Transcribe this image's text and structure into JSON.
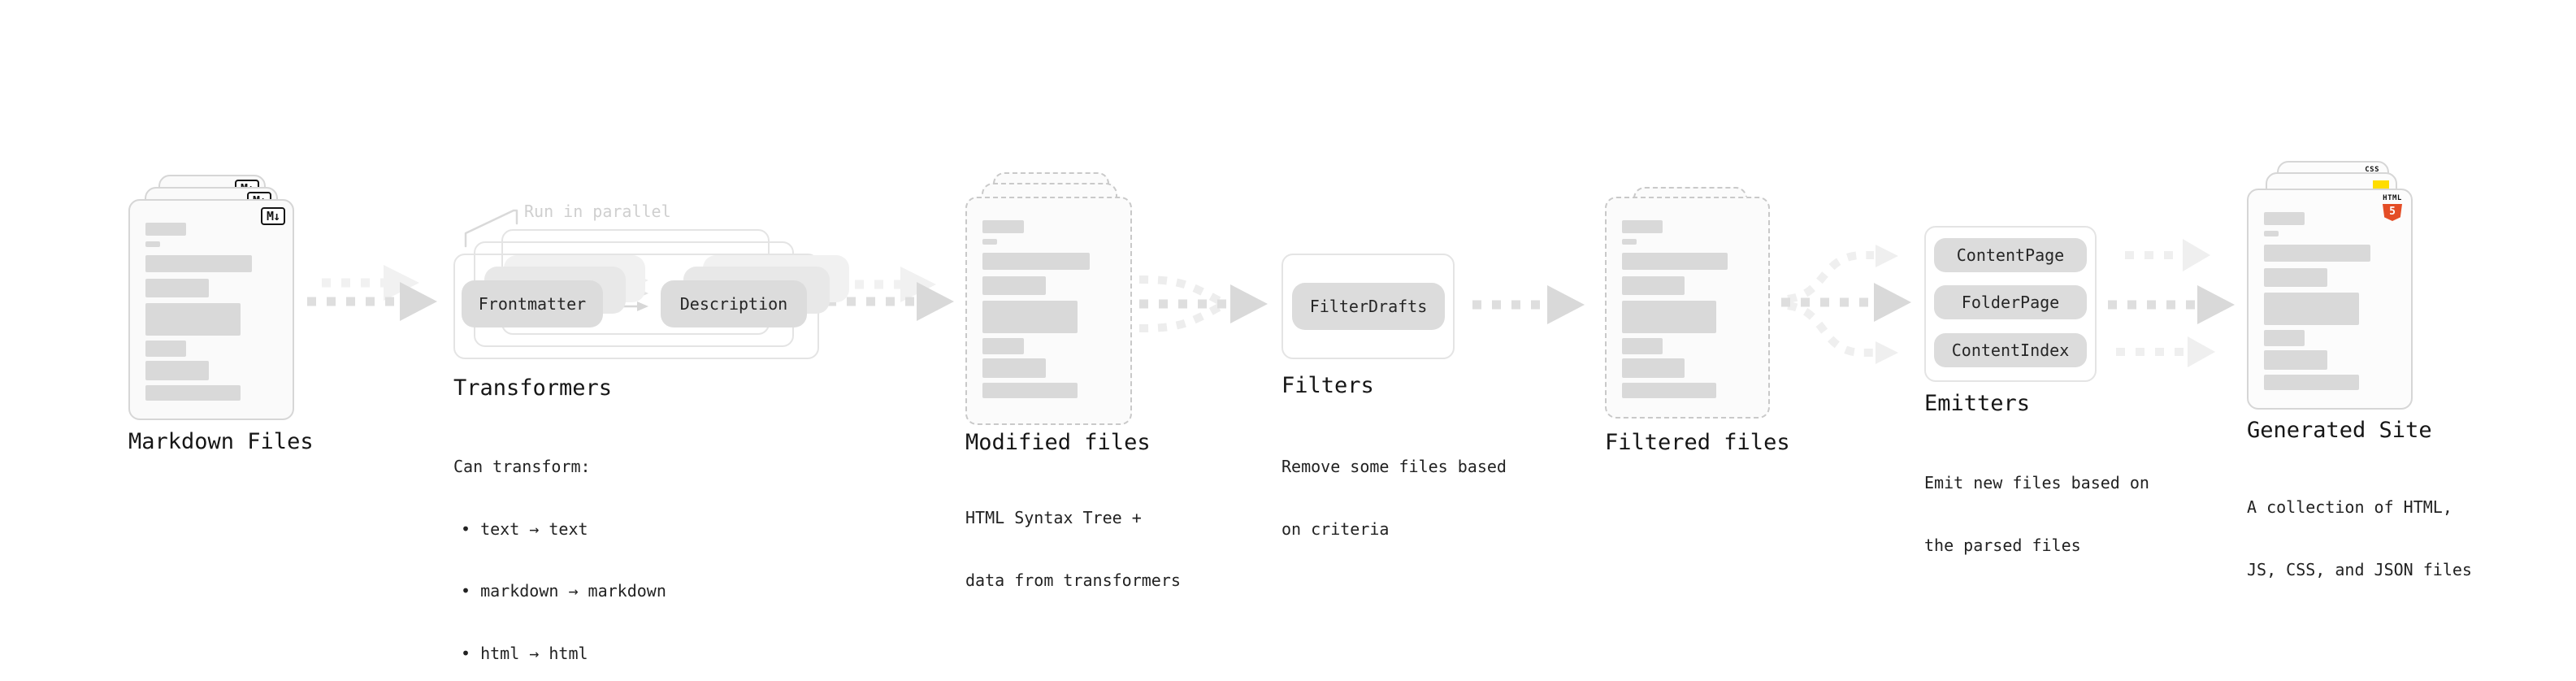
{
  "colors": {
    "html5_orange": "#e44d26",
    "js_yellow": "#ffdd00",
    "css_blue": "#2965f1",
    "ink": "#1a1a1a",
    "faded_label_gray": "#cfcfcf",
    "arrow_gray": "#dedede",
    "arrow_light_gray": "#f0f0f0"
  },
  "diagram": {
    "markdown_files": {
      "label": "Markdown Files",
      "badge": "M↓"
    },
    "transformers": {
      "callout": "Run in parallel",
      "pill_left": "Frontmatter",
      "pill_right": "Description",
      "title": "Transformers",
      "subtitle_heading": "Can transform:",
      "bullets": [
        "• text → text",
        "• markdown → markdown",
        "• html → html"
      ]
    },
    "modified_files": {
      "label": "Modified files",
      "subtitle_lines": [
        "HTML Syntax Tree +",
        "data from transformers"
      ]
    },
    "filters": {
      "pill": "FilterDrafts",
      "title": "Filters",
      "subtitle_lines": [
        "Remove some files based",
        "on criteria"
      ]
    },
    "filtered_files": {
      "label": "Filtered files"
    },
    "emitters": {
      "pills": [
        "ContentPage",
        "FolderPage",
        "ContentIndex"
      ],
      "title": "Emitters",
      "subtitle_lines": [
        "Emit new files based on",
        "the parsed files"
      ]
    },
    "generated_site": {
      "label": "Generated Site",
      "subtitle_lines": [
        "A collection of HTML,",
        "JS, CSS, and JSON files"
      ],
      "css_badge": "CSS",
      "html_badge": "HTML",
      "html_badge_number": "5"
    }
  }
}
